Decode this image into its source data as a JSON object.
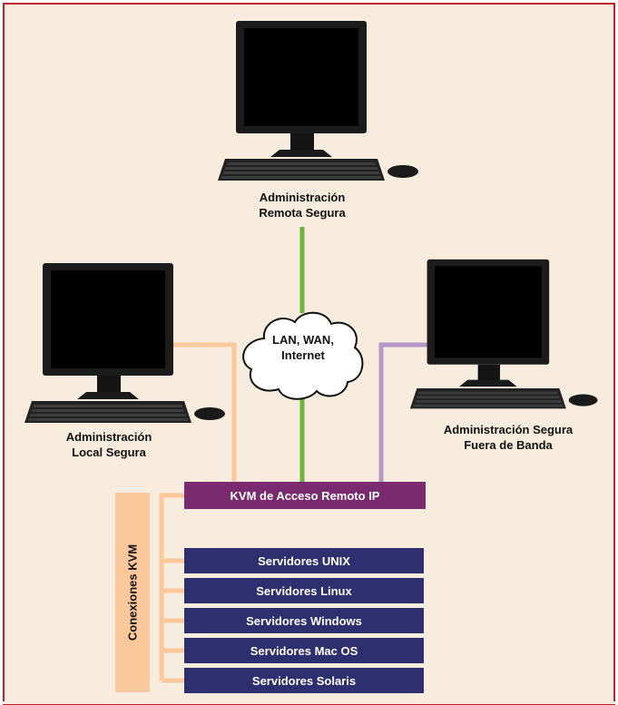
{
  "captions": {
    "remote": "Administración\nRemota Segura",
    "local": "Administración\nLocal Segura",
    "outband": "Administración Segura\nFuera de Banda"
  },
  "cloud": {
    "label": "LAN, WAN,\nInternet"
  },
  "kvm_box": {
    "label": "KVM de Acceso Remoto IP"
  },
  "kvm_connections": {
    "label": "Conexiones KVM"
  },
  "servers": [
    "Servidores UNIX",
    "Servidores Linux",
    "Servidores Windows",
    "Servidores Mac OS",
    "Servidores Solaris"
  ],
  "colors": {
    "frame_border": "#c0202a",
    "background": "#f7ecdd",
    "server_bar": "#2e2f6f",
    "kvm_bar": "#7a2a6e",
    "green_line": "#6db33f",
    "orange_line": "#fbc89b",
    "purple_line": "#b498c8"
  }
}
